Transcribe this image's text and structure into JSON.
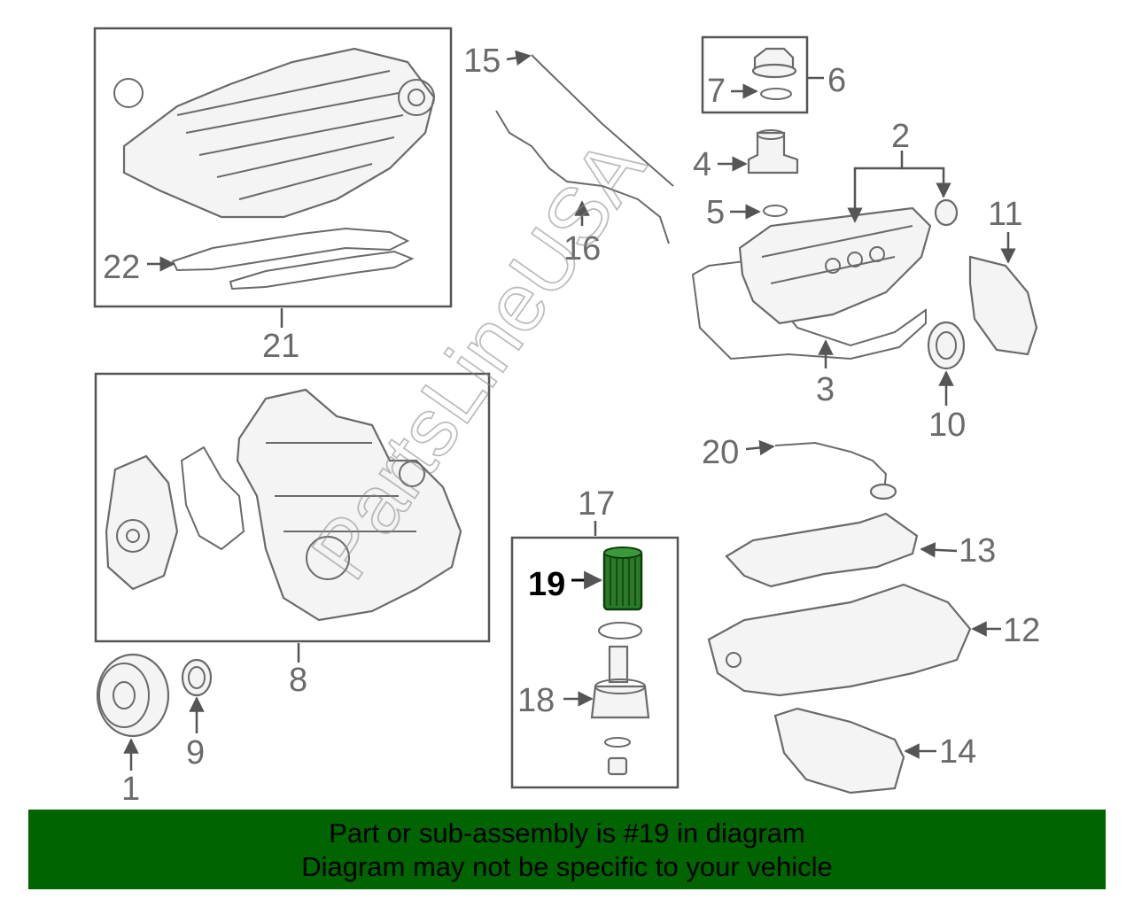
{
  "diagram": {
    "watermark": "PartsLineUSA",
    "highlight_color": "#2a7a2a",
    "banner_color": "#006400",
    "callouts": [
      "1",
      "2",
      "3",
      "4",
      "5",
      "6",
      "7",
      "8",
      "9",
      "10",
      "11",
      "12",
      "13",
      "14",
      "15",
      "16",
      "17",
      "18",
      "19",
      "20",
      "21",
      "22"
    ],
    "highlighted_callout": "19"
  },
  "banner": {
    "line1": "Part or sub-assembly is #19 in diagram",
    "line2": "Diagram may not be specific to your vehicle"
  }
}
